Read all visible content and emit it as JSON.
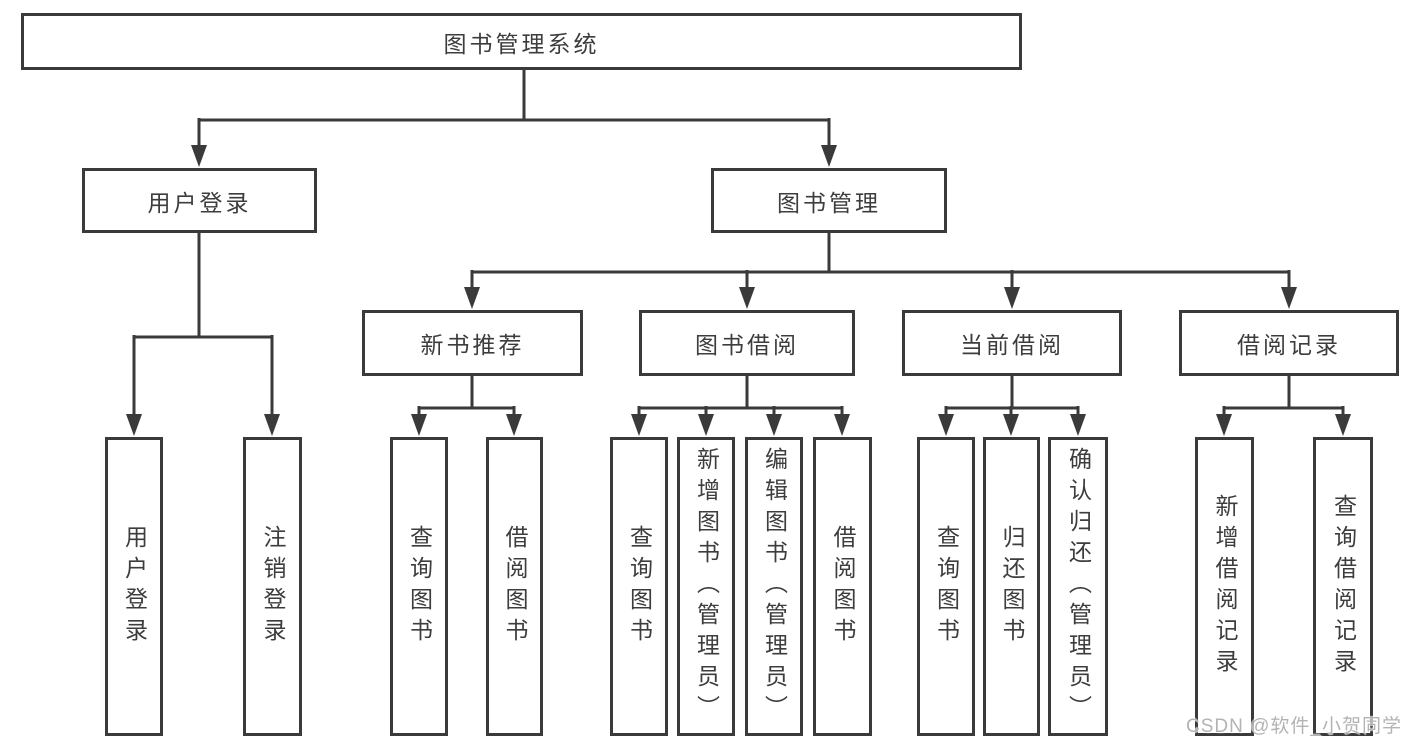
{
  "root": {
    "label": "图书管理系统"
  },
  "branches": [
    {
      "label": "用户登录",
      "children": [
        "用户登录",
        "注销登录"
      ]
    },
    {
      "label": "图书管理",
      "sections": [
        {
          "label": "新书推荐",
          "children": [
            "查询图书",
            "借阅图书"
          ]
        },
        {
          "label": "图书借阅",
          "children": [
            "查询图书",
            "新增图书（管理员）",
            "编辑图书（管理员）",
            "借阅图书"
          ]
        },
        {
          "label": "当前借阅",
          "children": [
            "查询图书",
            "归还图书",
            "确认归还（管理员）"
          ]
        },
        {
          "label": "借阅记录",
          "children": [
            "新增借阅记录",
            "查询借阅记录"
          ]
        }
      ]
    }
  ],
  "watermark": "CSDN @软件_小贺同学",
  "colors": {
    "line": "#3a3a3a",
    "text": "#3d3d3d",
    "watermark": "#b3b3b3",
    "background": "#ffffff"
  }
}
